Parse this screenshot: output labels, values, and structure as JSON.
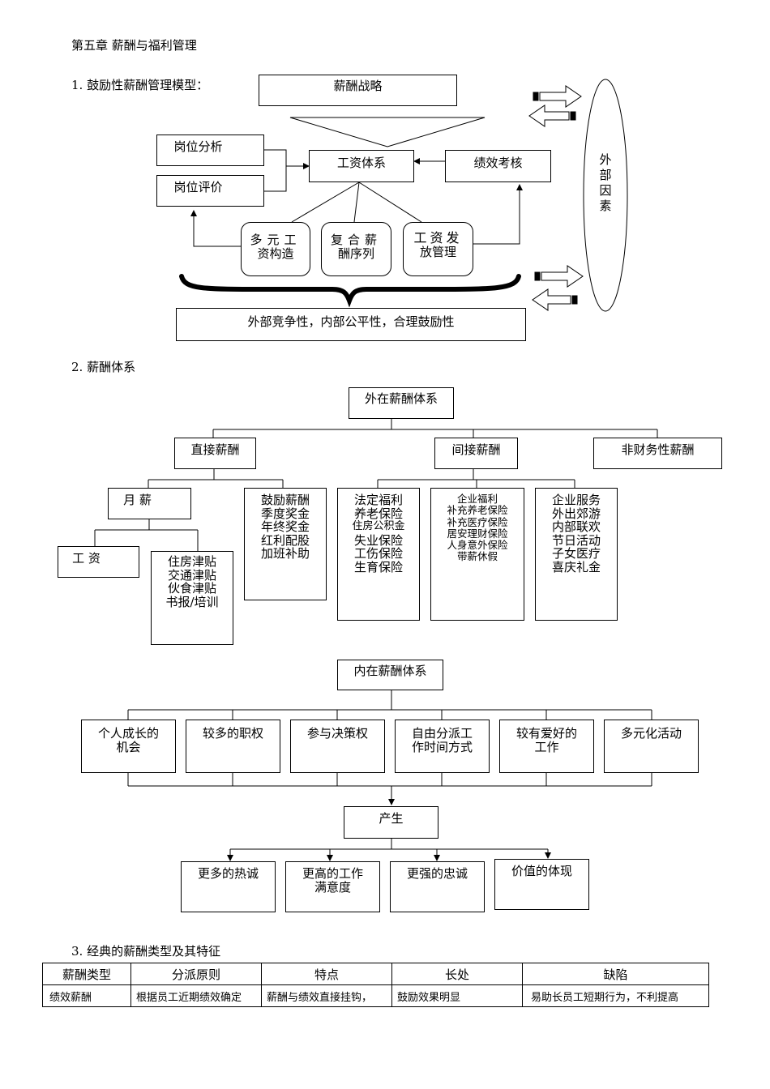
{
  "chapter_title": "第五章  薪酬与福利管理",
  "s1": {
    "heading": "1. 鼓励性薪酬管理模型：",
    "strategy": "薪酬战略",
    "job_analysis": "岗位分析",
    "job_eval": "岗位评价",
    "wage_system": "工资体系",
    "perf": "绩效考核",
    "multi": [
      "多元工",
      "资构造"
    ],
    "composite": [
      "复合薪",
      "酬序列"
    ],
    "payment": [
      "工资发",
      "放管理"
    ],
    "principle": "外部竞争性，内部公平性，合理鼓励性",
    "external": [
      "外",
      "部",
      "因",
      "素"
    ]
  },
  "s2": {
    "heading": "2. 薪酬体系",
    "outer_title": "外在薪酬体系",
    "direct": "直接薪酬",
    "indirect": "间接薪酬",
    "nonfin": "非财务性薪酬",
    "monthly": "月  薪",
    "wage": "工  资",
    "allowances": [
      "住房津贴",
      "交通津贴",
      "伙食津贴",
      "书报/培训"
    ],
    "bonuses": [
      "鼓励薪酬",
      "季度奖金",
      "年终奖金",
      "红利配股",
      "加班补助"
    ],
    "statutory": [
      "法定福利",
      "养老保险",
      "住房公积金",
      "失业保险",
      "工伤保险",
      "生育保险"
    ],
    "corporate": [
      "企业福利",
      "补充养老保险",
      "补充医疗保险",
      "居安理财保险",
      "人身意外保险",
      "带薪休假"
    ],
    "services": [
      "企业服务",
      "外出郊游",
      "内部联欢",
      "节日活动",
      "子女医疗",
      "喜庆礼金"
    ],
    "inner_title": "内在薪酬体系",
    "inner_items": [
      [
        "个人成长的",
        "机会"
      ],
      [
        "较多的职权"
      ],
      [
        "参与决策权"
      ],
      [
        "自由分派工",
        "作时间方式"
      ],
      [
        "较有爱好的",
        "工作"
      ],
      [
        "多元化活动"
      ]
    ],
    "produce": "产生",
    "results": [
      [
        "更多的热诚"
      ],
      [
        "更高的工作",
        "满意度"
      ],
      [
        "更强的忠诚"
      ],
      [
        "价值的体现"
      ]
    ]
  },
  "s3": {
    "heading": "3. 经典的薪酬类型及其特征",
    "headers": [
      "薪酬类型",
      "分派原则",
      "特点",
      "长处",
      "缺陷"
    ],
    "rows": [
      [
        "绩效薪酬",
        "根据员工近期绩效确定",
        "薪酬与绩效直接挂钩，",
        "鼓励效果明显",
        "易助长员工短期行为，不利提高"
      ]
    ]
  }
}
